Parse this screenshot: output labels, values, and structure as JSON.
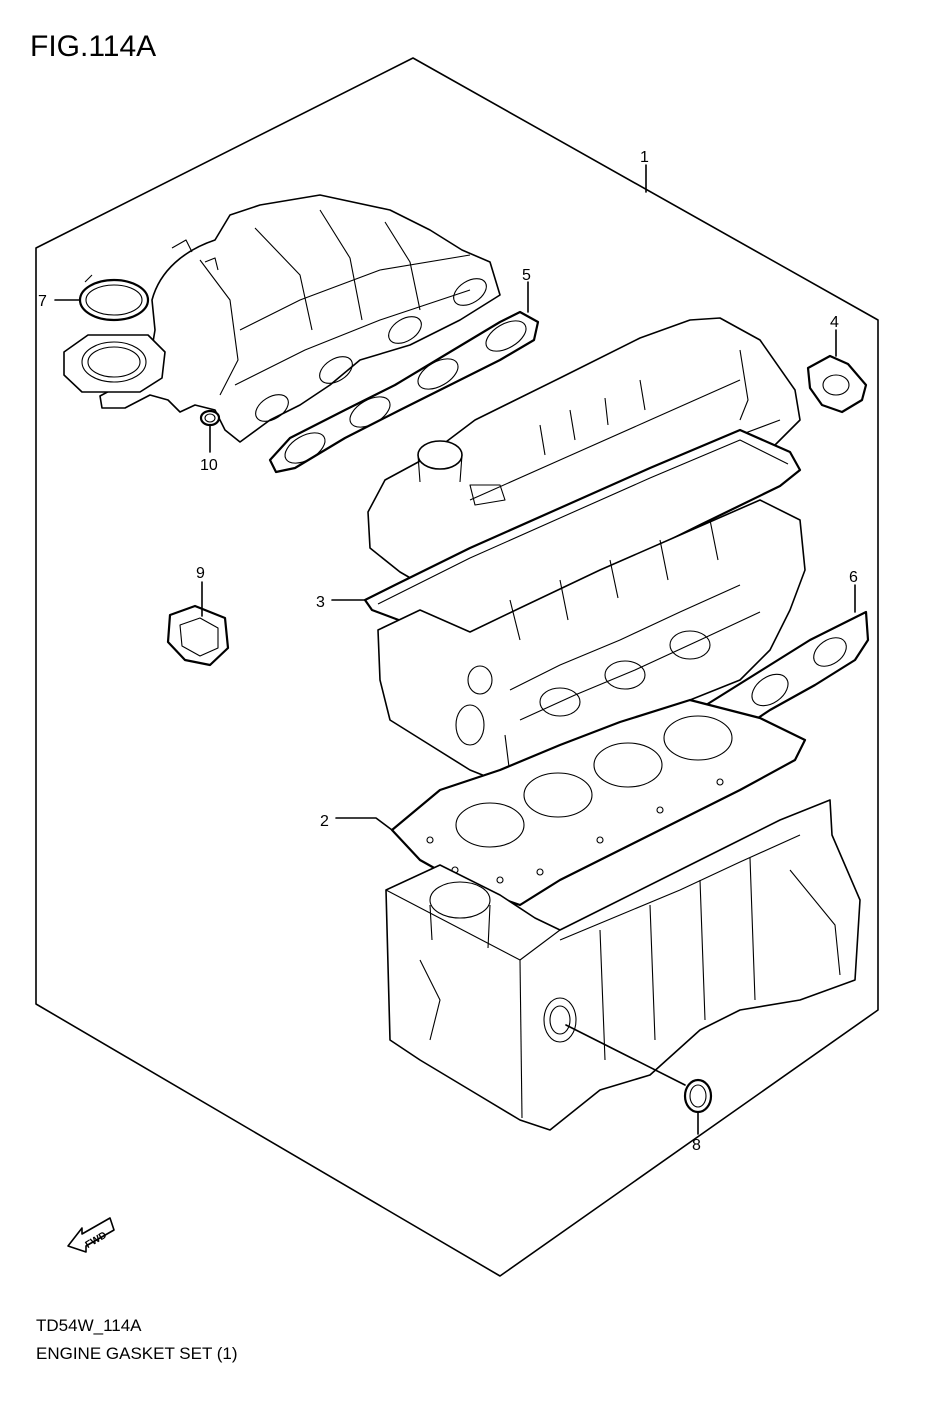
{
  "figure": {
    "title": "FIG.114A",
    "code": "TD54W_114A",
    "name": "ENGINE GASKET SET (1)"
  },
  "callouts": [
    {
      "id": "1",
      "label": "1"
    },
    {
      "id": "2",
      "label": "2"
    },
    {
      "id": "3",
      "label": "3"
    },
    {
      "id": "4",
      "label": "4"
    },
    {
      "id": "5",
      "label": "5"
    },
    {
      "id": "6",
      "label": "6"
    },
    {
      "id": "7",
      "label": "7"
    },
    {
      "id": "8",
      "label": "8"
    },
    {
      "id": "9",
      "label": "9"
    },
    {
      "id": "10",
      "label": "10"
    }
  ],
  "direction_marker": {
    "label": "FWD"
  }
}
